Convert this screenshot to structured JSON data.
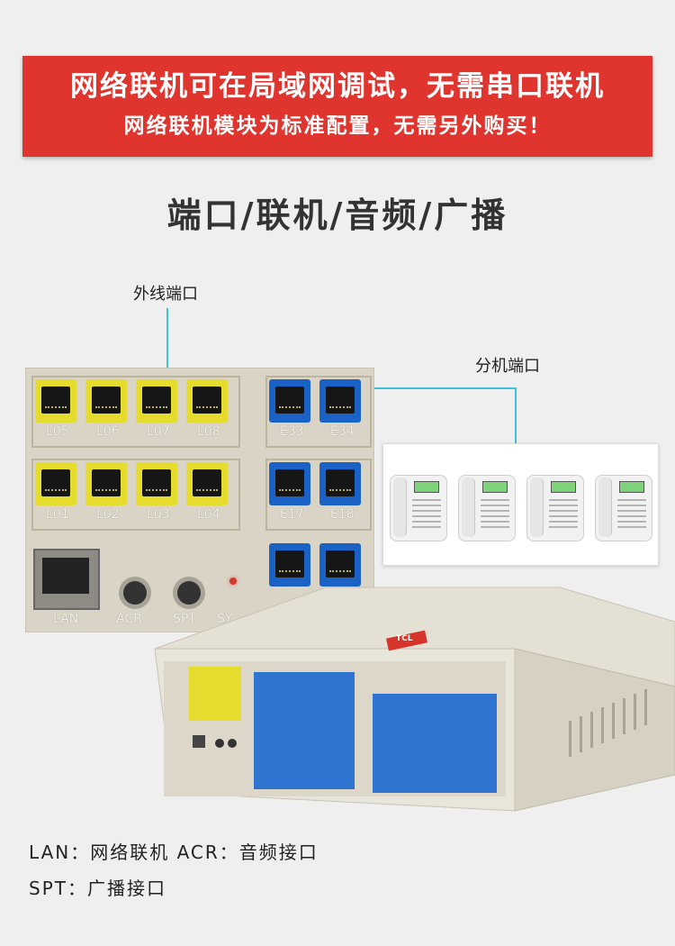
{
  "banner": {
    "line1": "网络联机可在局域网调试，无需串口联机",
    "line2": "网络联机模块为标准配置，无需另外购买！"
  },
  "section_title": "端口/联机/音频/广播",
  "callouts": {
    "outside_lines": "外线端口",
    "extensions": "分机端口"
  },
  "panel": {
    "yellow_top": [
      "L05",
      "L06",
      "L07",
      "L08"
    ],
    "yellow_bottom": [
      "L01",
      "L02",
      "L03",
      "L04"
    ],
    "blue_top": [
      "E33",
      "E34"
    ],
    "blue_mid": [
      "E17",
      "E18"
    ],
    "bottom_labels": [
      "LAN",
      "ACR",
      "SPT",
      "SY"
    ]
  },
  "device": {
    "brand": "TCL"
  },
  "legend": {
    "line1": "LAN：网络联机   ACR：音频接口",
    "line2": "SPT：广播接口"
  },
  "colors": {
    "banner": "#e0352f",
    "callout_line": "#3fc1d8",
    "outside_port": "#e6dc2e",
    "extension_port": "#1a62c6"
  }
}
